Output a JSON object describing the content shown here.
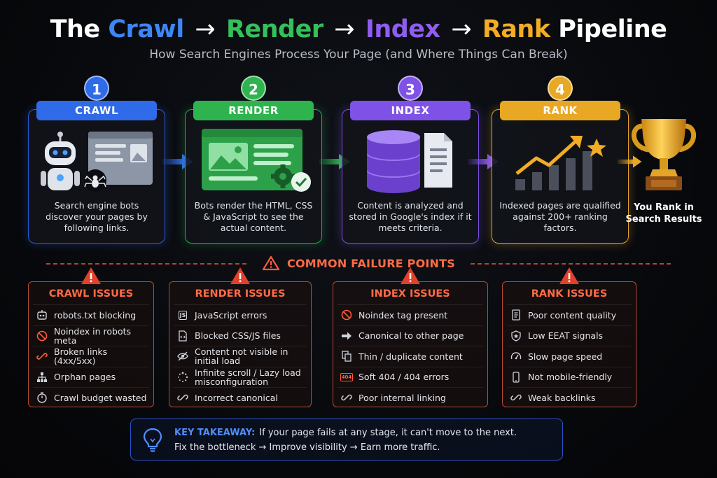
{
  "title": {
    "the": "The",
    "crawl": "Crawl",
    "render": "Render",
    "index": "Index",
    "rank": "Rank",
    "pipeline": "Pipeline",
    "arrow": "→"
  },
  "subtitle": "How Search Engines Process Your Page (and Where Things Can Break)",
  "stages": [
    {
      "number": "1",
      "label": "CRAWL",
      "color": "#2f6ae8",
      "desc": "Search engine bots discover your pages by following links."
    },
    {
      "number": "2",
      "label": "RENDER",
      "color": "#2fb34f",
      "desc": "Bots render the HTML, CSS & JavaScript to see the actual content."
    },
    {
      "number": "3",
      "label": "INDEX",
      "color": "#7e52e6",
      "desc": "Content is analyzed and stored in Google's index if it meets criteria."
    },
    {
      "number": "4",
      "label": "RANK",
      "color": "#e9a823",
      "desc": "Indexed pages are qualified against 200+ ranking factors."
    }
  ],
  "result": {
    "label": "You Rank in Search Results",
    "icon": "trophy-icon"
  },
  "failure_heading": "COMMON FAILURE POINTS",
  "issue_groups": [
    {
      "title": "CRAWL ISSUES",
      "items": [
        {
          "icon": "robot-icon",
          "text": "robots.txt blocking"
        },
        {
          "icon": "no-entry-icon",
          "text": "Noindex in robots meta"
        },
        {
          "icon": "broken-link-icon",
          "text": "Broken links (4xx/5xx)"
        },
        {
          "icon": "sitemap-icon",
          "text": "Orphan pages"
        },
        {
          "icon": "stopwatch-icon",
          "text": "Crawl budget wasted"
        }
      ]
    },
    {
      "title": "RENDER ISSUES",
      "items": [
        {
          "icon": "js-icon",
          "text": "JavaScript errors",
          "badge": "JS"
        },
        {
          "icon": "code-file-icon",
          "text": "Blocked CSS/JS files"
        },
        {
          "icon": "eye-slash-icon",
          "text": "Content not visible in initial load"
        },
        {
          "icon": "loading-icon",
          "text": "Infinite scroll / Lazy load misconfiguration"
        },
        {
          "icon": "link-icon",
          "text": "Incorrect canonical"
        }
      ]
    },
    {
      "title": "INDEX ISSUES",
      "items": [
        {
          "icon": "no-entry-icon",
          "text": "Noindex tag present"
        },
        {
          "icon": "arrow-right-icon",
          "text": "Canonical to other page"
        },
        {
          "icon": "duplicate-icon",
          "text": "Thin / duplicate content"
        },
        {
          "icon": "404-icon",
          "text": "Soft 404 / 404 errors",
          "badge": "404"
        },
        {
          "icon": "link-icon",
          "text": "Poor internal linking"
        }
      ]
    },
    {
      "title": "RANK ISSUES",
      "items": [
        {
          "icon": "document-icon",
          "text": "Poor content quality"
        },
        {
          "icon": "shield-star-icon",
          "text": "Low EEAT signals"
        },
        {
          "icon": "speedometer-icon",
          "text": "Slow page speed"
        },
        {
          "icon": "mobile-icon",
          "text": "Not mobile-friendly"
        },
        {
          "icon": "link-icon",
          "text": "Weak backlinks"
        }
      ]
    }
  ],
  "takeaway": {
    "key": "KEY TAKEAWAY:",
    "line1": "If your page fails at any stage, it can't move to the next.",
    "line2": "Fix the bottleneck → Improve visibility → Earn more traffic."
  }
}
